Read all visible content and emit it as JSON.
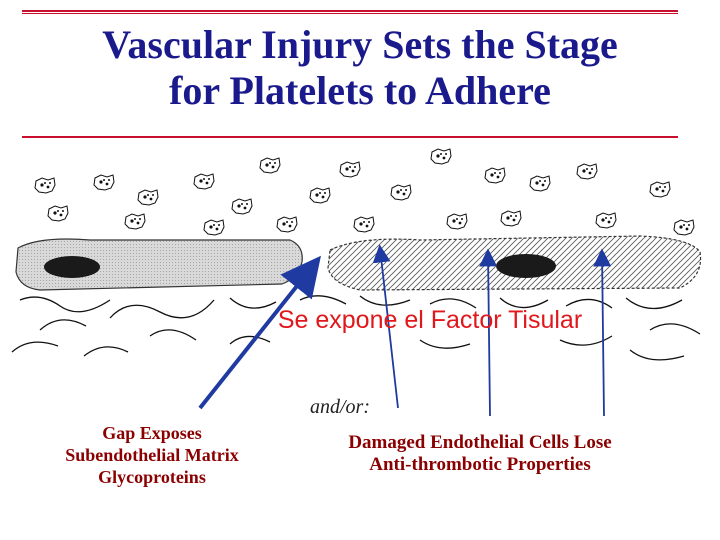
{
  "title": {
    "line1": "Vascular Injury Sets the Stage",
    "line2": "for Platelets to Adhere"
  },
  "overlay_text": "Se expone el Factor Tisular",
  "connector_text": "and/or:",
  "left_caption": {
    "line1": "Gap Exposes",
    "line2": "Subendothelial Matrix",
    "line3": "Glycoproteins"
  },
  "right_caption": {
    "line1": "Damaged Endothelial Cells Lose",
    "line2": "Anti-thrombotic Properties"
  },
  "colors": {
    "title": "#1a1a8c",
    "rule": "#c8102e",
    "caption": "#8b0000",
    "overlay": "#e0181c",
    "arrow": "#1f3aa0"
  }
}
